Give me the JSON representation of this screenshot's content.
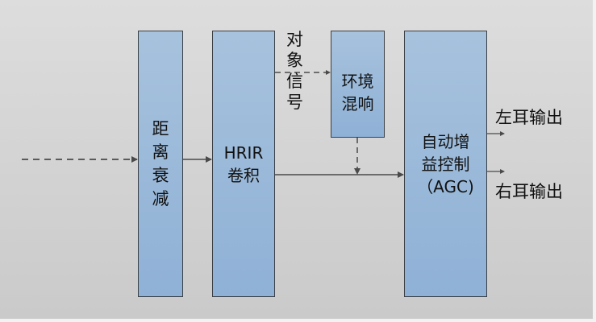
{
  "diagram": {
    "type": "signal-flow block diagram",
    "blocks": [
      {
        "id": "distance",
        "label": "距离衰减"
      },
      {
        "id": "hrir",
        "label": "HRIR卷积",
        "lines": [
          "HRIR",
          "卷积"
        ]
      },
      {
        "id": "reverb",
        "label": "环境混响",
        "lines": [
          "环境",
          "混响"
        ]
      },
      {
        "id": "agc",
        "label": "自动增益控制（AGC)",
        "lines": [
          "自动增",
          "益控制",
          "（AGC)"
        ]
      }
    ],
    "labels": {
      "object_signal": "对象信号",
      "left_output": "左耳输出",
      "right_output": "右耳输出"
    },
    "connections": [
      {
        "from": "input",
        "to": "distance",
        "style": "dashed"
      },
      {
        "from": "distance",
        "to": "hrir",
        "style": "solid"
      },
      {
        "from": "hrir",
        "to": "reverb",
        "style": "dashed",
        "label": "对象信号"
      },
      {
        "from": "hrir",
        "to": "agc",
        "style": "solid"
      },
      {
        "from": "reverb",
        "to": "hrir-agc-line",
        "style": "dashed"
      },
      {
        "from": "agc",
        "to": "left_output",
        "style": "solid"
      },
      {
        "from": "agc",
        "to": "right_output",
        "style": "solid"
      }
    ],
    "colors": {
      "block_fill_top": "#a7c2dd",
      "block_fill_bottom": "#8fb1d6",
      "block_border": "#3a3f45",
      "wire": "#4a4a4a",
      "background_top": "#dddddd",
      "background_bottom": "#cacaca"
    }
  }
}
